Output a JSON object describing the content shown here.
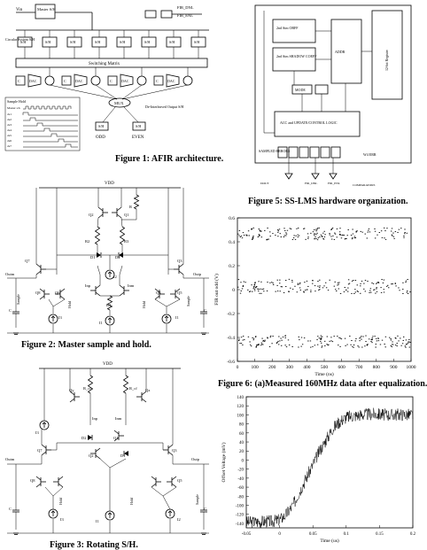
{
  "figures": {
    "fig1": {
      "caption": "Figure 1: AFIR architecture.",
      "labels": {
        "vin": "Vin",
        "master_sh": "Master S/H",
        "fir_dnl": "FIR_DNL",
        "fir_enl": "FIR_ENL",
        "circular_system": "Circular System S/H",
        "sh": "S/H",
        "switching_matrix": "Switching Matrix",
        "mux": "MUX",
        "dac": "DAC",
        "c": "C",
        "sample": "Sample",
        "hold": "Hold",
        "odd": "ODD",
        "even": "EVEN",
        "de_interleaved": "De-Interleaved Output S/H",
        "master_sh_small": "Master s/h",
        "ck": [
          "ck1",
          "ck2",
          "ck3",
          "ck4",
          "ck5",
          "ck6",
          "ck7"
        ]
      }
    },
    "fig2": {
      "caption": "Figure 2:  Master sample and hold.",
      "labels": {
        "vdd": "VDD",
        "r": "R",
        "q1": "Q1",
        "q2": "Q2",
        "q3": "Q3",
        "q4": "Q4",
        "q5": "Q5",
        "q6": "Q6",
        "q7": "Q7",
        "q8": "Q8",
        "r1": "R1",
        "r2": "R2",
        "r3": "R3",
        "d1": "D1",
        "d2": "D2",
        "i1": "I1",
        "i2": "I2",
        "i3": "I3",
        "outm": "Outm",
        "outp": "Outp",
        "inp": "Inp",
        "inm": "Inm",
        "sample": "Sample",
        "hold": "Hold",
        "c": "C"
      }
    },
    "fig3": {
      "caption": "Figure 3:  Rotating S/H.",
      "labels": {
        "vdd": "VDD",
        "r_cf": "R_cf",
        "qy": "Qy",
        "qx": "Qx",
        "d1": "D1",
        "d2": "D2",
        "q1": "Q1",
        "q2": "Q2",
        "q3": "Q3",
        "q7": "Q7",
        "q8": "Q8",
        "q5": "Q5",
        "inp": "Inp",
        "inm": "Inm",
        "outm": "Outm",
        "outp": "Outp",
        "i1": "I1",
        "i2": "I2",
        "i3": "I3",
        "hold": "Hold",
        "sample": "Sample",
        "c": "C"
      }
    },
    "fig5": {
      "caption": "Figure 5:  SS-LMS hardware organization.",
      "labels": {
        "block_a": "2nd Sim OBFF",
        "block_b": "2nd Sim SHADOW COEFF",
        "adder": "ADDR",
        "shift": "12-bit Register",
        "mode": "MODE",
        "acc_update": "ACC and UPDATE/CONTROL LOGIC",
        "sampled_errors": "SAMPLED ERRORS",
        "n4_e": "W4 ERR",
        "fir_dnl": "FIR_DNL",
        "fir_enl": "FIR_ENL",
        "comparators": "COMPARATORS"
      }
    },
    "fig6": {
      "caption": "Figure 6:  (a)Measured 160MHz data after equalization."
    },
    "fig7": {}
  },
  "chart_data": [
    {
      "type": "scatter",
      "title": "",
      "xlabel": "Time (ns)",
      "ylabel": "FIR out odd (V)",
      "xlim": [
        0,
        1000
      ],
      "ylim": [
        -0.6,
        0.6
      ],
      "xticks": [
        "0",
        "100",
        "200",
        "300",
        "400",
        "500",
        "600",
        "700",
        "800",
        "900",
        "1000"
      ],
      "yticks": [
        "0.6",
        "0.4",
        "0.2",
        "0",
        "-0.2",
        "-0.4",
        "-0.6"
      ],
      "bands": [
        {
          "center": 0.47,
          "spread": 0.05
        },
        {
          "center": 0.03,
          "spread": 0.06
        },
        {
          "center": -0.43,
          "spread": 0.05
        }
      ],
      "points_per_band": 180,
      "grid": false
    },
    {
      "type": "line",
      "title": "",
      "xlabel": "Time (us)",
      "ylabel": "Offset Voltage (mV)",
      "xlim": [
        -0.05,
        0.2
      ],
      "ylim": [
        -150,
        140
      ],
      "xticks": [
        "-0.05",
        "0",
        "0.05",
        "0.1",
        "0.15",
        "0.2"
      ],
      "yticks": [
        "140",
        "120",
        "100",
        "80",
        "60",
        "40",
        "20",
        "0",
        "-20",
        "-40",
        "-60",
        "-80",
        "-100",
        "-120",
        "-140"
      ],
      "series": [
        {
          "x": [
            -0.05,
            -0.03,
            -0.01,
            0.0,
            0.01,
            0.02,
            0.03,
            0.04,
            0.05,
            0.06,
            0.07,
            0.08,
            0.09,
            0.1,
            0.12,
            0.14,
            0.16,
            0.18,
            0.2
          ],
          "y": [
            -138,
            -136,
            -135,
            -132,
            -120,
            -100,
            -70,
            -40,
            -10,
            20,
            45,
            70,
            85,
            95,
            100,
            102,
            100,
            101,
            100
          ]
        }
      ],
      "grid": false
    }
  ]
}
